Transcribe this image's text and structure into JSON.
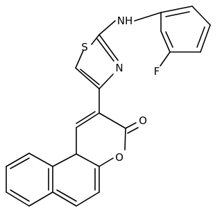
{
  "atom_labels": {
    "nh": "NH",
    "s": "S",
    "n": "N",
    "f": "F",
    "o_ring": "O",
    "o_carbonyl": "O"
  }
}
